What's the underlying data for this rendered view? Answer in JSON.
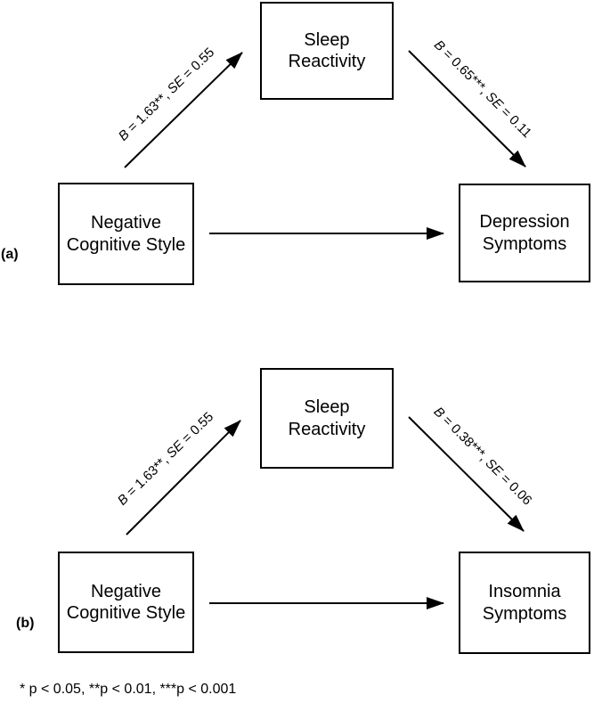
{
  "colors": {
    "background": "#ffffff",
    "ink": "#000000"
  },
  "footnote": "* p < 0.05, **p < 0.01, ***p < 0.001",
  "panels": [
    {
      "tag": "(a)",
      "predictor": "Negative\nCognitive Style",
      "mediator": "Sleep\nReactivity",
      "outcome": "Depression\nSymptoms",
      "path_a": {
        "var1": "B",
        "mid": " = 1.63**, ",
        "var2": "SE",
        "end": " = 0.55"
      },
      "path_b": {
        "var1": "B",
        "mid": " = 0.65***, ",
        "var2": "SE",
        "end": " = 0.11"
      }
    },
    {
      "tag": "(b)",
      "predictor": "Negative\nCognitive Style",
      "mediator": "Sleep\nReactivity",
      "outcome": "Insomnia\nSymptoms",
      "path_a": {
        "var1": "B",
        "mid": " = 1.63**, ",
        "var2": "SE",
        "end": " = 0.55"
      },
      "path_b": {
        "var1": "B",
        "mid": " = 0.38***, ",
        "var2": "SE",
        "end": " = 0.06"
      }
    }
  ]
}
